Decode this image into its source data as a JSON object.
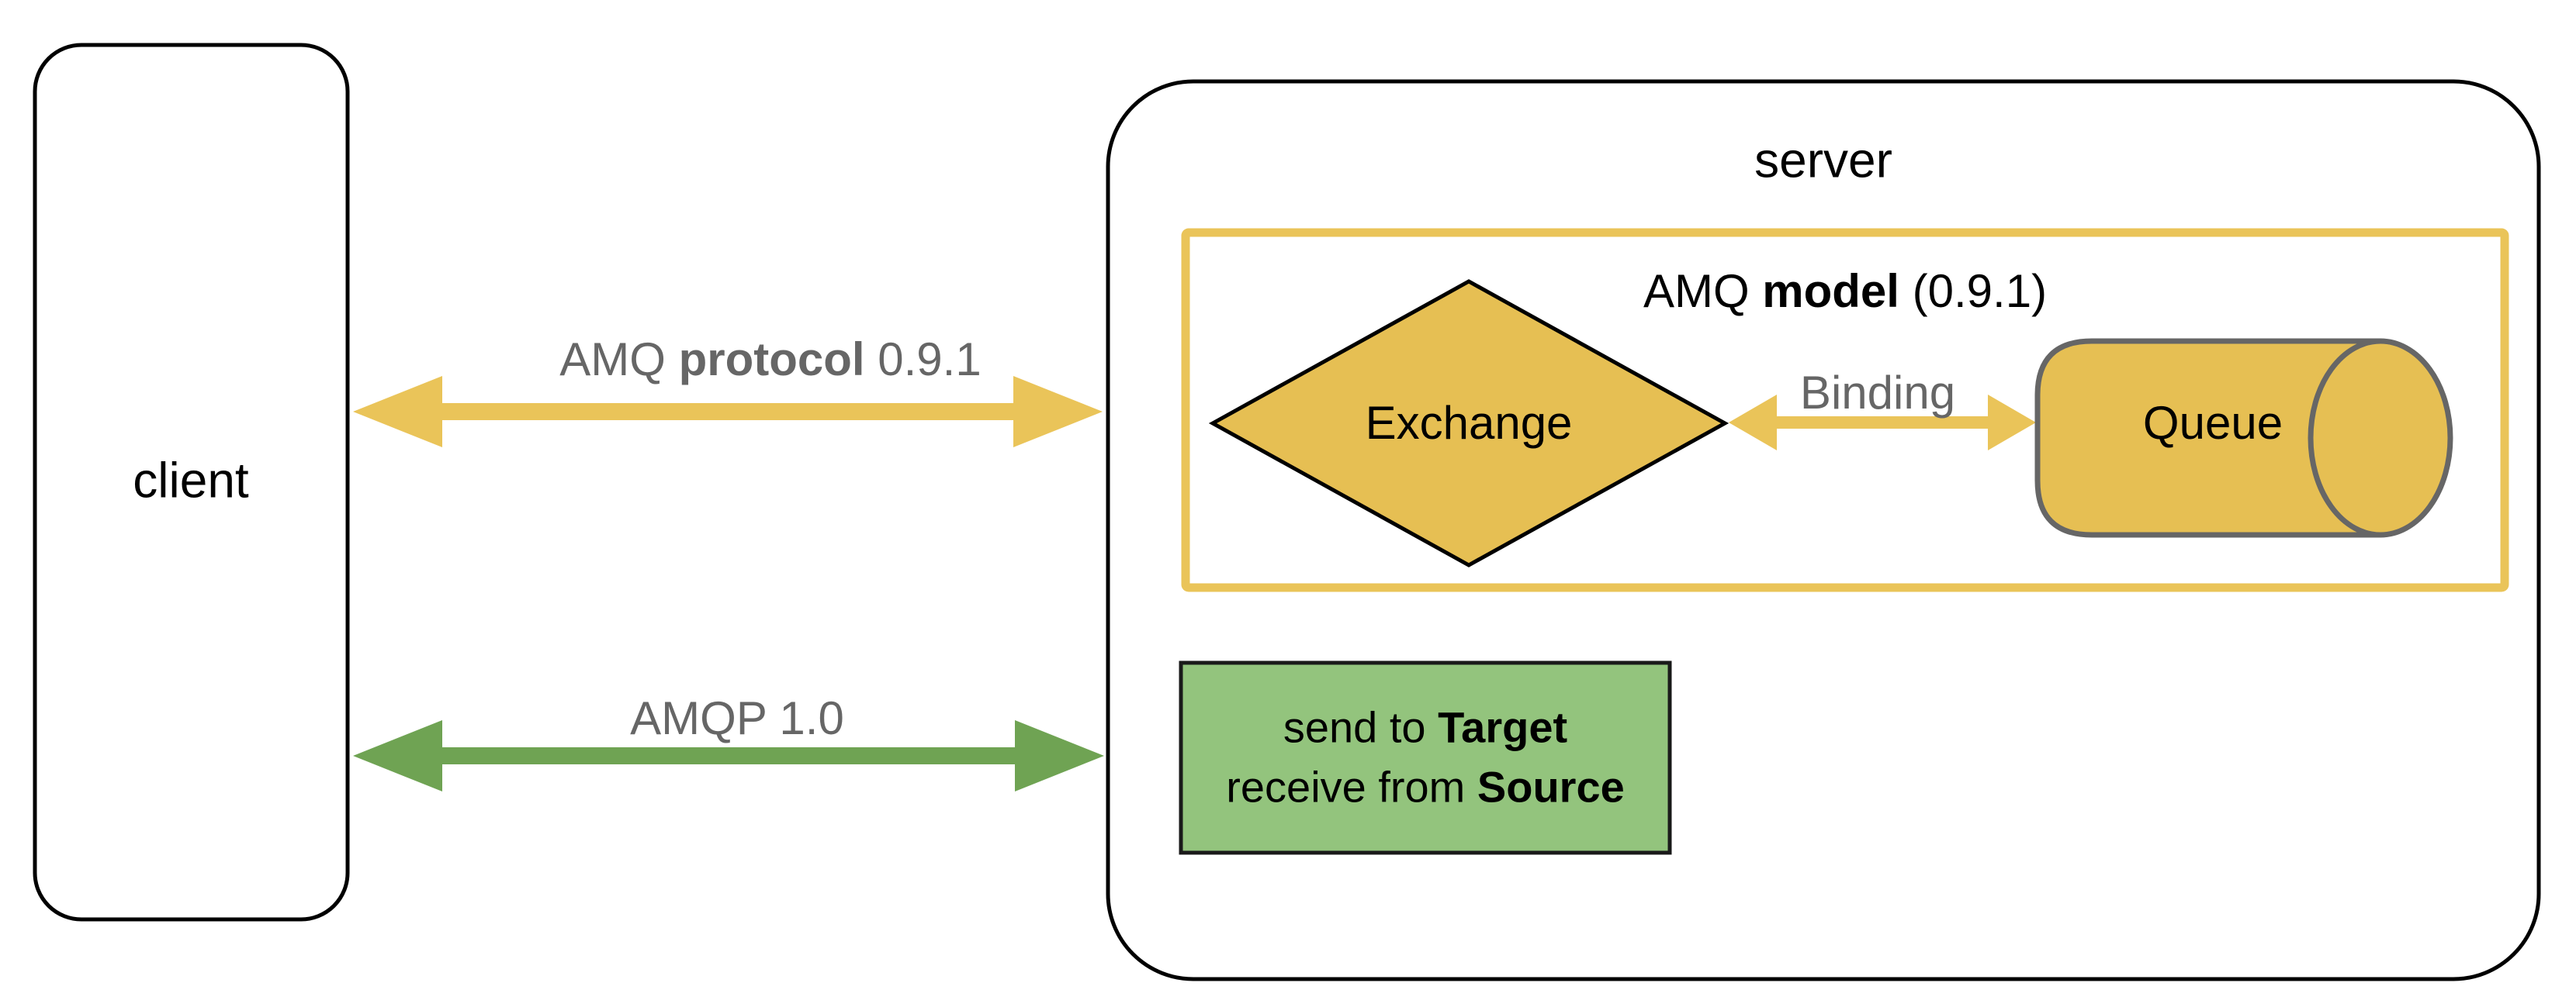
{
  "diagram": {
    "client_label": "client",
    "server_label": "server",
    "amq_protocol_arrow_label": {
      "prefix": "AMQ ",
      "bold": "protocol",
      "suffix": " 0.9.1"
    },
    "amqp_arrow_label": "AMQP 1.0",
    "amq_model_label": {
      "prefix": "AMQ ",
      "bold": "model",
      "suffix": " (0.9.1)"
    },
    "exchange_label": "Exchange",
    "binding_label": "Binding",
    "queue_label": "Queue",
    "mapping_box": {
      "line1_prefix": "send to ",
      "line1_bold": "Target",
      "line2_prefix": "receive from ",
      "line2_bold": "Source"
    }
  },
  "colors": {
    "white": "#ffffff",
    "black": "#000000",
    "box_border": "#1a1a1a",
    "yellow_fill": "#e6bf53",
    "yellow_accent": "#eac459",
    "green_fill": "#93c47d",
    "green_arrow": "#6fa353",
    "gray_text": "#666666",
    "gray_stroke": "#666666"
  }
}
